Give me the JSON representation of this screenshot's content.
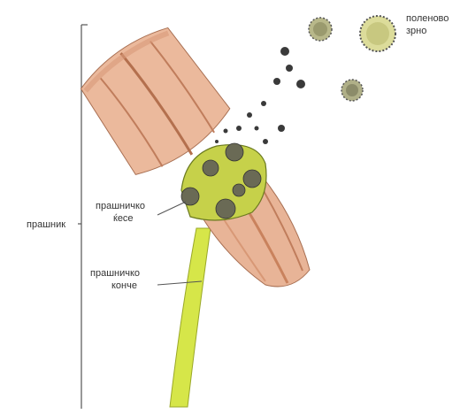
{
  "labels": {
    "pollen_grain_line1": "поленово",
    "pollen_grain_line2": "зрно",
    "stamen": "прашник",
    "anther_line1": "прашничко",
    "anther_line2": "ќесе",
    "filament_line1": "прашничко",
    "filament_line2": "конче"
  },
  "colors": {
    "anther_body": "#e8b497",
    "anther_shadow": "#cf8a66",
    "filament": "#d6e649",
    "pollen_sac": "#c6d14a",
    "pollen_dark": "#5a5a4a",
    "pollen_yellow": "#dcdc9a",
    "ink": "#333333"
  }
}
